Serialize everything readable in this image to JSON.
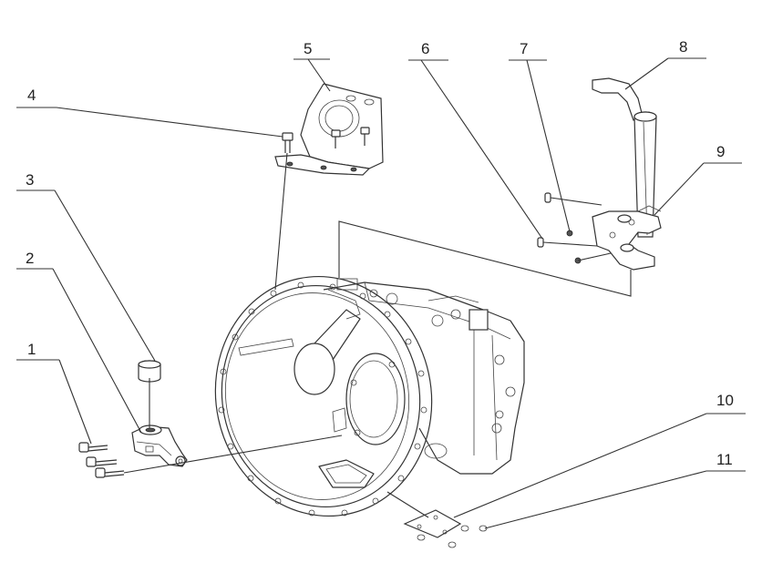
{
  "diagram": {
    "callouts": [
      {
        "id": "1",
        "label": "1"
      },
      {
        "id": "2",
        "label": "2"
      },
      {
        "id": "3",
        "label": "3"
      },
      {
        "id": "4",
        "label": "4"
      },
      {
        "id": "5",
        "label": "5"
      },
      {
        "id": "6",
        "label": "6"
      },
      {
        "id": "7",
        "label": "7"
      },
      {
        "id": "8",
        "label": "8"
      },
      {
        "id": "9",
        "label": "9"
      },
      {
        "id": "10",
        "label": "10"
      },
      {
        "id": "11",
        "label": "11"
      }
    ],
    "colors": {
      "line": "#333333",
      "background": "#ffffff"
    }
  }
}
